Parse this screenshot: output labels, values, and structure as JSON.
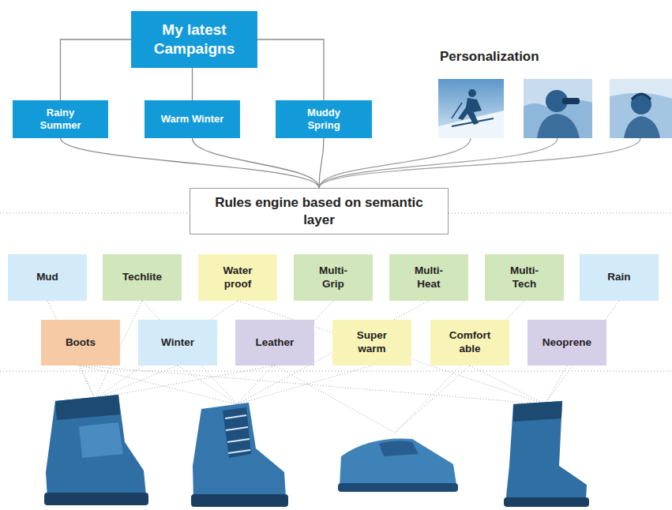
{
  "diagram": {
    "nodes": [
      {
        "text": [
          "My latest Campaigns"
        ]
      },
      {
        "text": [
          "Rainy Summer"
        ]
      },
      {
        "text": [
          "Warm Winter"
        ]
      },
      {
        "text": [
          "Muddy Spring"
        ]
      },
      {
        "text": [
          "Rules engine based on semantic layer"
        ]
      },
      {
        "text": [
          "Mud"
        ]
      },
      {
        "text": [
          "Techlite"
        ]
      },
      {
        "text": [
          "Water proof"
        ]
      },
      {
        "text": [
          "Multi-Grip"
        ]
      },
      {
        "text": [
          "Multi-Heat"
        ]
      },
      {
        "text": [
          "Multi-Tech"
        ]
      },
      {
        "text": [
          "Rain"
        ]
      },
      {
        "text": [
          "Boots"
        ]
      },
      {
        "text": [
          "Winter"
        ]
      },
      {
        "text": [
          "Leather"
        ]
      },
      {
        "text": [
          "Super warm"
        ]
      },
      {
        "text": [
          "Comfort able"
        ]
      },
      {
        "text": [
          "Neoprene"
        ]
      }
    ],
    "edges": [
      {
        "from": 0,
        "to": 1,
        "arrow": "none"
      },
      {
        "from": 0,
        "to": 2,
        "arrow": "none"
      },
      {
        "from": 0,
        "to": 3,
        "arrow": "none"
      },
      {
        "from": 1,
        "to": 4,
        "arrow": "none"
      },
      {
        "from": 2,
        "to": 4,
        "arrow": "none"
      },
      {
        "from": 3,
        "to": 4,
        "arrow": "none"
      }
    ],
    "labels": [
      "Personalization"
    ]
  }
}
